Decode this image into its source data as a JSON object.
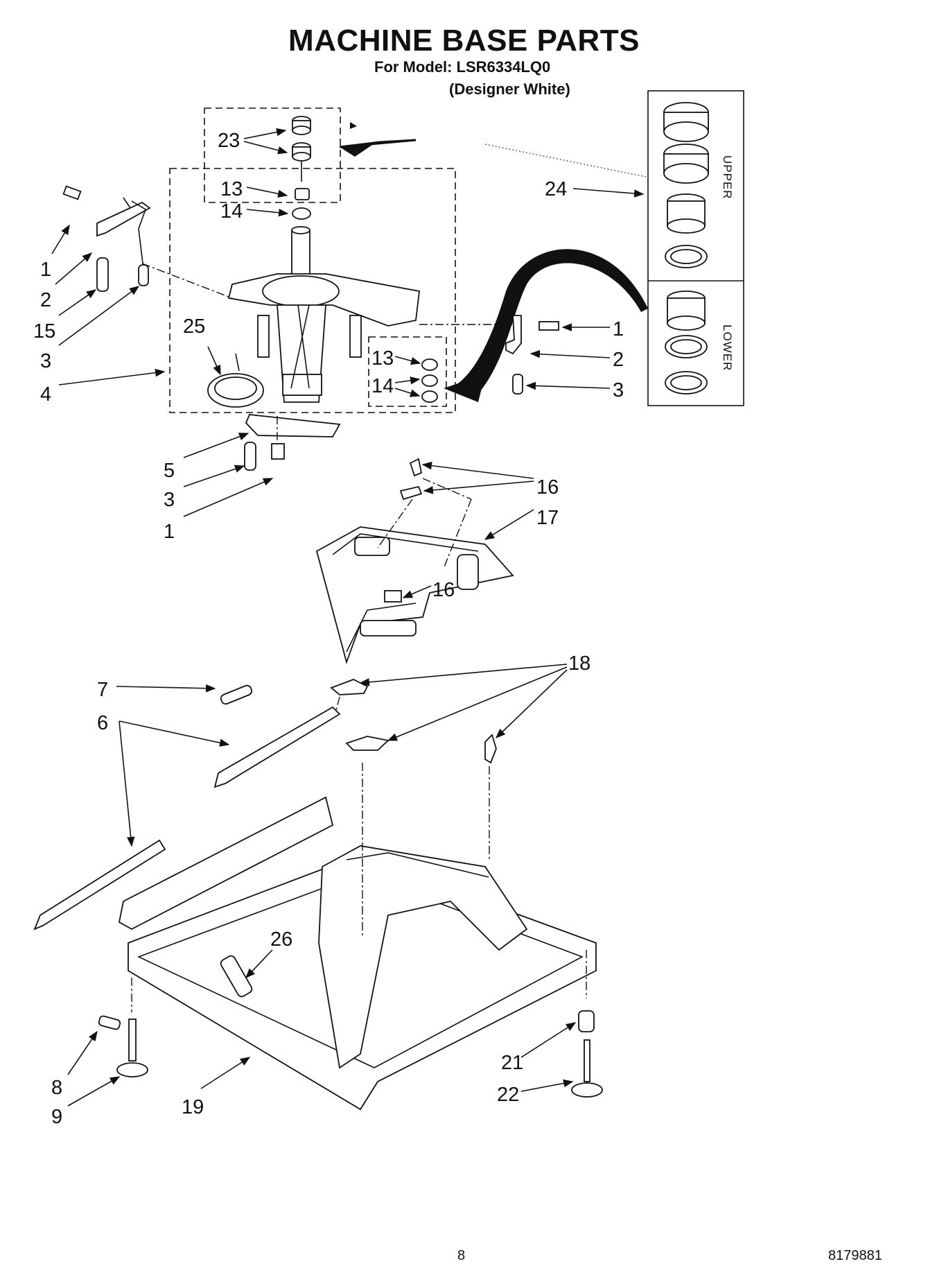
{
  "header": {
    "title": "MACHINE BASE PARTS",
    "model_line": "For Model: LSR6334LQ0",
    "variant_line": "(Designer White)"
  },
  "kit_labels": {
    "upper": "UPPER",
    "lower": "LOWER"
  },
  "callouts": [
    "23",
    "13",
    "14",
    "24",
    "1",
    "2",
    "15",
    "3",
    "4",
    "25",
    "13",
    "14",
    "1",
    "2",
    "3",
    "5",
    "3",
    "1",
    "16",
    "17",
    "16",
    "7",
    "6",
    "18",
    "26",
    "21",
    "22",
    "8",
    "9",
    "19"
  ],
  "footer": {
    "page_number": "8",
    "doc_number": "8179881"
  }
}
